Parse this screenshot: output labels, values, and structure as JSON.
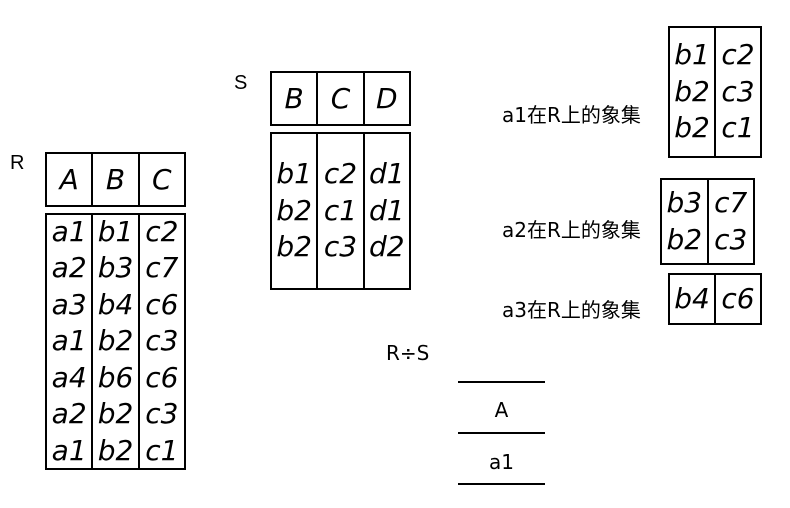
{
  "R": {
    "label": "R",
    "headers": [
      "A",
      "B",
      "C"
    ],
    "columns": [
      [
        "a1",
        "a2",
        "a3",
        "a1",
        "a4",
        "a2",
        "a1"
      ],
      [
        "b1",
        "b3",
        "b4",
        "b2",
        "b6",
        "b2",
        "b2"
      ],
      [
        "c2",
        "c7",
        "c6",
        "c3",
        "c6",
        "c3",
        "c1"
      ]
    ]
  },
  "S": {
    "label": "S",
    "headers": [
      "B",
      "C",
      "D"
    ],
    "columns": [
      [
        "b1",
        "b2",
        "b2"
      ],
      [
        "c2",
        "c1",
        "c3"
      ],
      [
        "d1",
        "d1",
        "d2"
      ]
    ]
  },
  "images": [
    {
      "caption": "a1在R上的象集",
      "columns": [
        [
          "b1",
          "b2",
          "b2"
        ],
        [
          "c2",
          "c3",
          "c1"
        ]
      ]
    },
    {
      "caption": "a2在R上的象集",
      "columns": [
        [
          "b3",
          "b2"
        ],
        [
          "c7",
          "c3"
        ]
      ]
    },
    {
      "caption": "a3在R上的象集",
      "columns": [
        [
          "b4"
        ],
        [
          "c6"
        ]
      ]
    }
  ],
  "result": {
    "label": "R÷S",
    "header": "A",
    "value": "a1"
  }
}
